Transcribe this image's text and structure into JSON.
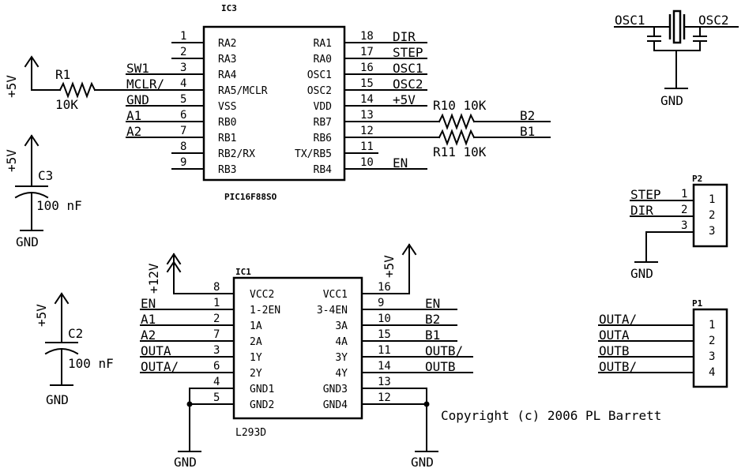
{
  "ic3": {
    "ref": "IC3",
    "part": "PIC16F88SO",
    "left_pins": [
      {
        "num": "1",
        "name": "RA2",
        "net": ""
      },
      {
        "num": "2",
        "name": "RA3",
        "net": ""
      },
      {
        "num": "3",
        "name": "RA4",
        "net": "SW1"
      },
      {
        "num": "4",
        "name": "RA5/MCLR",
        "net": "MCLR/"
      },
      {
        "num": "5",
        "name": "VSS",
        "net": "GND"
      },
      {
        "num": "6",
        "name": "RB0",
        "net": "A1"
      },
      {
        "num": "7",
        "name": "RB1",
        "net": "A2"
      },
      {
        "num": "8",
        "name": "RB2/RX",
        "net": ""
      },
      {
        "num": "9",
        "name": "RB3",
        "net": ""
      }
    ],
    "right_pins": [
      {
        "num": "18",
        "name": "RA1",
        "net": "DIR"
      },
      {
        "num": "17",
        "name": "RA0",
        "net": "STEP"
      },
      {
        "num": "16",
        "name": "OSC1",
        "net": "OSC1"
      },
      {
        "num": "15",
        "name": "OSC2",
        "net": "OSC2"
      },
      {
        "num": "14",
        "name": "VDD",
        "net": "+5V"
      },
      {
        "num": "13",
        "name": "RB7",
        "net": ""
      },
      {
        "num": "12",
        "name": "RB6",
        "net": ""
      },
      {
        "num": "11",
        "name": "TX/RB5",
        "net": ""
      },
      {
        "num": "10",
        "name": "RB4",
        "net": "EN"
      }
    ]
  },
  "ic1": {
    "ref": "IC1",
    "part": "L293D",
    "left_pins": [
      {
        "num": "8",
        "name": "VCC2",
        "net": ""
      },
      {
        "num": "1",
        "name": "1-2EN",
        "net": "EN"
      },
      {
        "num": "2",
        "name": "1A",
        "net": "A1"
      },
      {
        "num": "7",
        "name": "2A",
        "net": "A2"
      },
      {
        "num": "3",
        "name": "1Y",
        "net": "OUTA"
      },
      {
        "num": "6",
        "name": "2Y",
        "net": "OUTA/"
      },
      {
        "num": "4",
        "name": "GND1",
        "net": ""
      },
      {
        "num": "5",
        "name": "GND2",
        "net": ""
      }
    ],
    "right_pins": [
      {
        "num": "16",
        "name": "VCC1",
        "net": ""
      },
      {
        "num": "9",
        "name": "3-4EN",
        "net": "EN"
      },
      {
        "num": "10",
        "name": "3A",
        "net": "B2"
      },
      {
        "num": "15",
        "name": "4A",
        "net": "B1"
      },
      {
        "num": "11",
        "name": "3Y",
        "net": "OUTB/"
      },
      {
        "num": "14",
        "name": "4Y",
        "net": "OUTB"
      },
      {
        "num": "13",
        "name": "GND3",
        "net": ""
      },
      {
        "num": "12",
        "name": "GND4",
        "net": ""
      }
    ]
  },
  "r1": {
    "ref": "R1",
    "value": "10K"
  },
  "r10": {
    "label": "R10 10K",
    "net": "B2"
  },
  "r11": {
    "label": "R11 10K",
    "net": "B1"
  },
  "c3": {
    "ref": "C3",
    "value": "100 nF"
  },
  "c2": {
    "ref": "C2",
    "value": "100 nF"
  },
  "crystal": {
    "left": "OSC1",
    "right": "OSC2"
  },
  "p2": {
    "ref": "P2",
    "pins": [
      {
        "num": "1",
        "net": "STEP"
      },
      {
        "num": "2",
        "net": "DIR"
      },
      {
        "num": "3",
        "net": ""
      }
    ]
  },
  "p1": {
    "ref": "P1",
    "pins": [
      {
        "num": "1",
        "net": "OUTA/"
      },
      {
        "num": "2",
        "net": "OUTA"
      },
      {
        "num": "3",
        "net": "OUTB"
      },
      {
        "num": "4",
        "net": "OUTB/"
      }
    ]
  },
  "power": {
    "v5": "+5V",
    "v12": "+12V",
    "gnd": "GND"
  },
  "copyright": "Copyright (c) 2006 PL Barrett"
}
